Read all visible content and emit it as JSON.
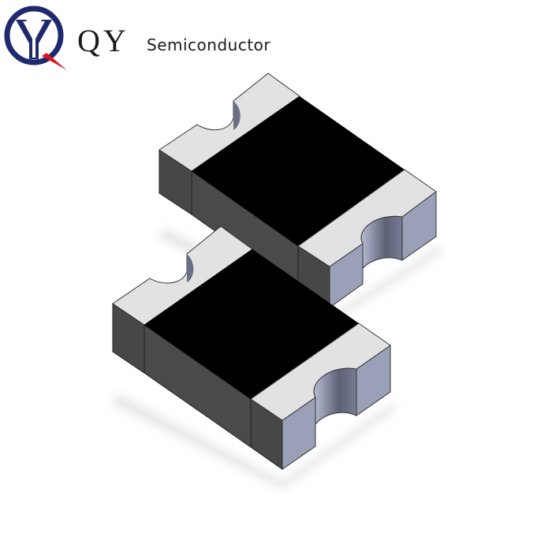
{
  "brand": {
    "initials": "QY",
    "name": "Semiconductor",
    "logo_icon": "qy-circle-logo-icon",
    "colors": {
      "logo_blue": "#1f2a6e",
      "logo_red": "#e0141e",
      "text": "#1a1a1a"
    }
  },
  "product_image": {
    "description": "Two SMD chip components (isometric 3D render) with black body and notched light-gray terminals",
    "count": 2,
    "colors": {
      "body_top": "#000000",
      "body_side": "#4a4a4a",
      "terminal_top": "#e2e2e2",
      "terminal_side_dark": "#474747",
      "terminal_side_light": "#9aa0b8",
      "notch_inner": "#6a6f86"
    }
  }
}
